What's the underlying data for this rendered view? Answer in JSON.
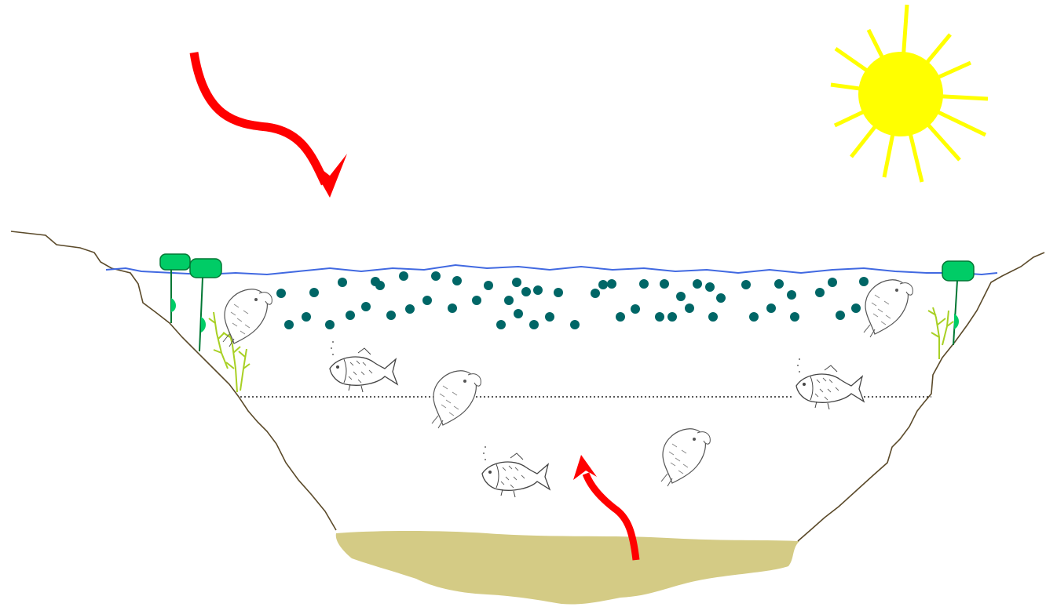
{
  "diagram": {
    "labels": [],
    "elements": [
      {
        "name": "sun",
        "icon": "sun-icon"
      },
      {
        "name": "incoming-arrow",
        "icon": "curved-arrow-down-icon"
      },
      {
        "name": "sediment-release-arrow",
        "icon": "curved-arrow-up-icon"
      },
      {
        "name": "pond-basin",
        "icon": "pond-cross-section-icon"
      },
      {
        "name": "water-surface",
        "icon": "water-line-icon"
      },
      {
        "name": "thermocline",
        "icon": "dotted-line-icon"
      },
      {
        "name": "sediment",
        "icon": "sediment-icon"
      },
      {
        "name": "algae-particles",
        "icon": "particle-icon"
      },
      {
        "name": "fish",
        "icon": "fish-icon"
      },
      {
        "name": "lily-pads",
        "icon": "lily-pad-icon"
      },
      {
        "name": "aquatic-plants",
        "icon": "plant-icon"
      }
    ]
  },
  "colors": {
    "sun": "#ffff00",
    "arrow": "#ff0000",
    "water_line": "#4169e1",
    "bank": "#5b4a2a",
    "sediment": "#d4cb85",
    "particles": "#006666",
    "lily_pad": "#00cc66",
    "lily_pad_outline": "#007733",
    "plant": "#a8d024",
    "fish_outline": "#444444"
  }
}
